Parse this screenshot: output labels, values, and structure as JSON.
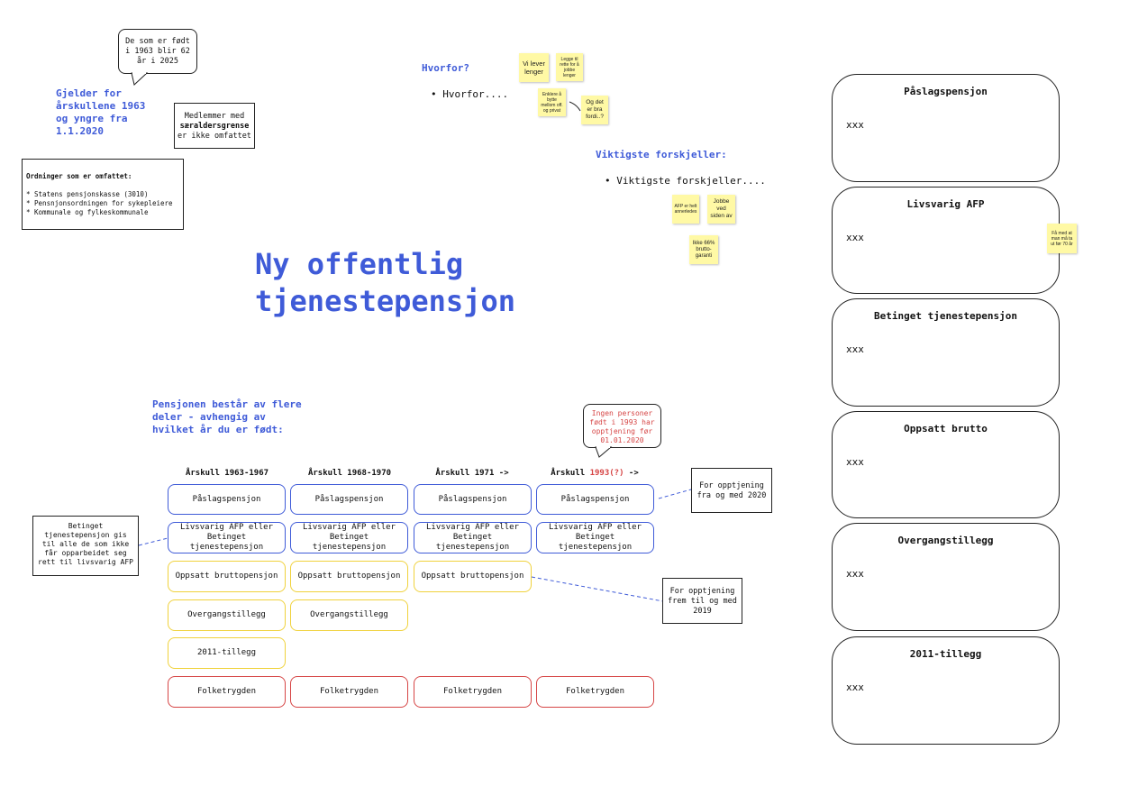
{
  "speech_bubble_top": "De som er født i 1963 blir 62 år i 2025",
  "applies_heading": "Gjelder for årskullene 1963 og yngre fra 1.1.2020",
  "members_note": {
    "prefix": "Medlemmer med",
    "bold": "særaldersgrense",
    "suffix": "er ikke omfattet"
  },
  "schemes": {
    "title": "Ordninger som er omfattet:",
    "items": [
      "* Statens pensjonskasse (3010)",
      "* Pensnjonsordningen for sykepleiere",
      "* Kommunale og fylkeskommunale"
    ]
  },
  "main_title": "Ny offentlig tjenestepensjon",
  "why": {
    "heading": "Hvorfor?",
    "bullet": "Hvorfor....",
    "notes": [
      "Vi lever lenger",
      "Legge til rette for å jobbe lenger",
      "Enklere å bytte mellom off. og privat",
      "Og det er bra fordi..?"
    ]
  },
  "differences": {
    "heading": "Viktigste forskjeller:",
    "bullet": "Viktigste forskjeller....",
    "notes": [
      "AFP er helt annerledes",
      "Jobbe ved siden av",
      "Ikke 66% brutto-garanti"
    ]
  },
  "parts_heading": "Pensjonen består av flere deler - avhengig av hvilket år du er født:",
  "no_earning_bubble": "Ingen personer født i 1993 har opptjening før 01.01.2020",
  "columns": [
    {
      "label": "Årskull 1963-1967",
      "red": "",
      "suffix": ""
    },
    {
      "label": "Årskull 1968-1970",
      "red": "",
      "suffix": ""
    },
    {
      "label": "Årskull 1971 ->",
      "red": "",
      "suffix": ""
    },
    {
      "label": "Årskull ",
      "red": "1993(?)",
      "suffix": " ->"
    }
  ],
  "pills": {
    "paslag": "Påslagspensjon",
    "livsvarig": "Livsvarig AFP eller Betinget tjenestepensjon",
    "oppsatt": "Oppsatt bruttopensjon",
    "overgang": "Overgangstillegg",
    "tillegg2011": "2011-tillegg",
    "folketrygden": "Folketrygden"
  },
  "side_notes": {
    "from_2020": "For opptjening fra og med 2020",
    "until_2019": "For opptjening frem til og med 2019",
    "conditional": "Betinget tjenestepensjon gis til alle de som ikke får opparbeidet seg rett til livsvarig AFP"
  },
  "cards": [
    {
      "title": "Påslagspensjon",
      "body": "xxx"
    },
    {
      "title": "Livsvarig AFP",
      "body": "xxx"
    },
    {
      "title": "Betinget tjenestepensjon",
      "body": "xxx"
    },
    {
      "title": "Oppsatt brutto",
      "body": "xxx"
    },
    {
      "title": "Overgangstillegg",
      "body": "xxx"
    },
    {
      "title": "2011-tillegg",
      "body": "xxx"
    }
  ],
  "afp_side_note": "Få med at man må ta ut før 70 år",
  "colors": {
    "accent_blue": "#3f5bd8",
    "red": "#d64545",
    "yellow": "#f0d23c",
    "sticky": "#fff9a5"
  }
}
